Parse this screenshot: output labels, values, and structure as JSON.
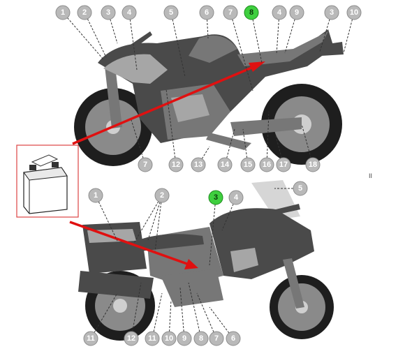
{
  "top_bike": {
    "callouts": [
      {
        "label": "1"
      },
      {
        "label": "2"
      },
      {
        "label": "3"
      },
      {
        "label": "4"
      },
      {
        "label": "5"
      },
      {
        "label": "6"
      },
      {
        "label": "7"
      },
      {
        "label": "8",
        "highlight": true
      },
      {
        "label": "4"
      },
      {
        "label": "9"
      },
      {
        "label": "3"
      },
      {
        "label": "10"
      },
      {
        "label": "7"
      },
      {
        "label": "12"
      },
      {
        "label": "13"
      },
      {
        "label": "14"
      },
      {
        "label": "15"
      },
      {
        "label": "16"
      },
      {
        "label": "17"
      },
      {
        "label": "18"
      }
    ]
  },
  "bottom_bike": {
    "callouts": [
      {
        "label": "1"
      },
      {
        "label": "2"
      },
      {
        "label": "3",
        "highlight": true
      },
      {
        "label": "4"
      },
      {
        "label": "5"
      },
      {
        "label": "11"
      },
      {
        "label": "12"
      },
      {
        "label": "11"
      },
      {
        "label": "10"
      },
      {
        "label": "9"
      },
      {
        "label": "8"
      },
      {
        "label": "7"
      },
      {
        "label": "6"
      }
    ]
  },
  "side_note": "II",
  "colors": {
    "highlight": "#3fcf3f",
    "arrow": "#e01010",
    "battery_frame": "#d44444"
  }
}
